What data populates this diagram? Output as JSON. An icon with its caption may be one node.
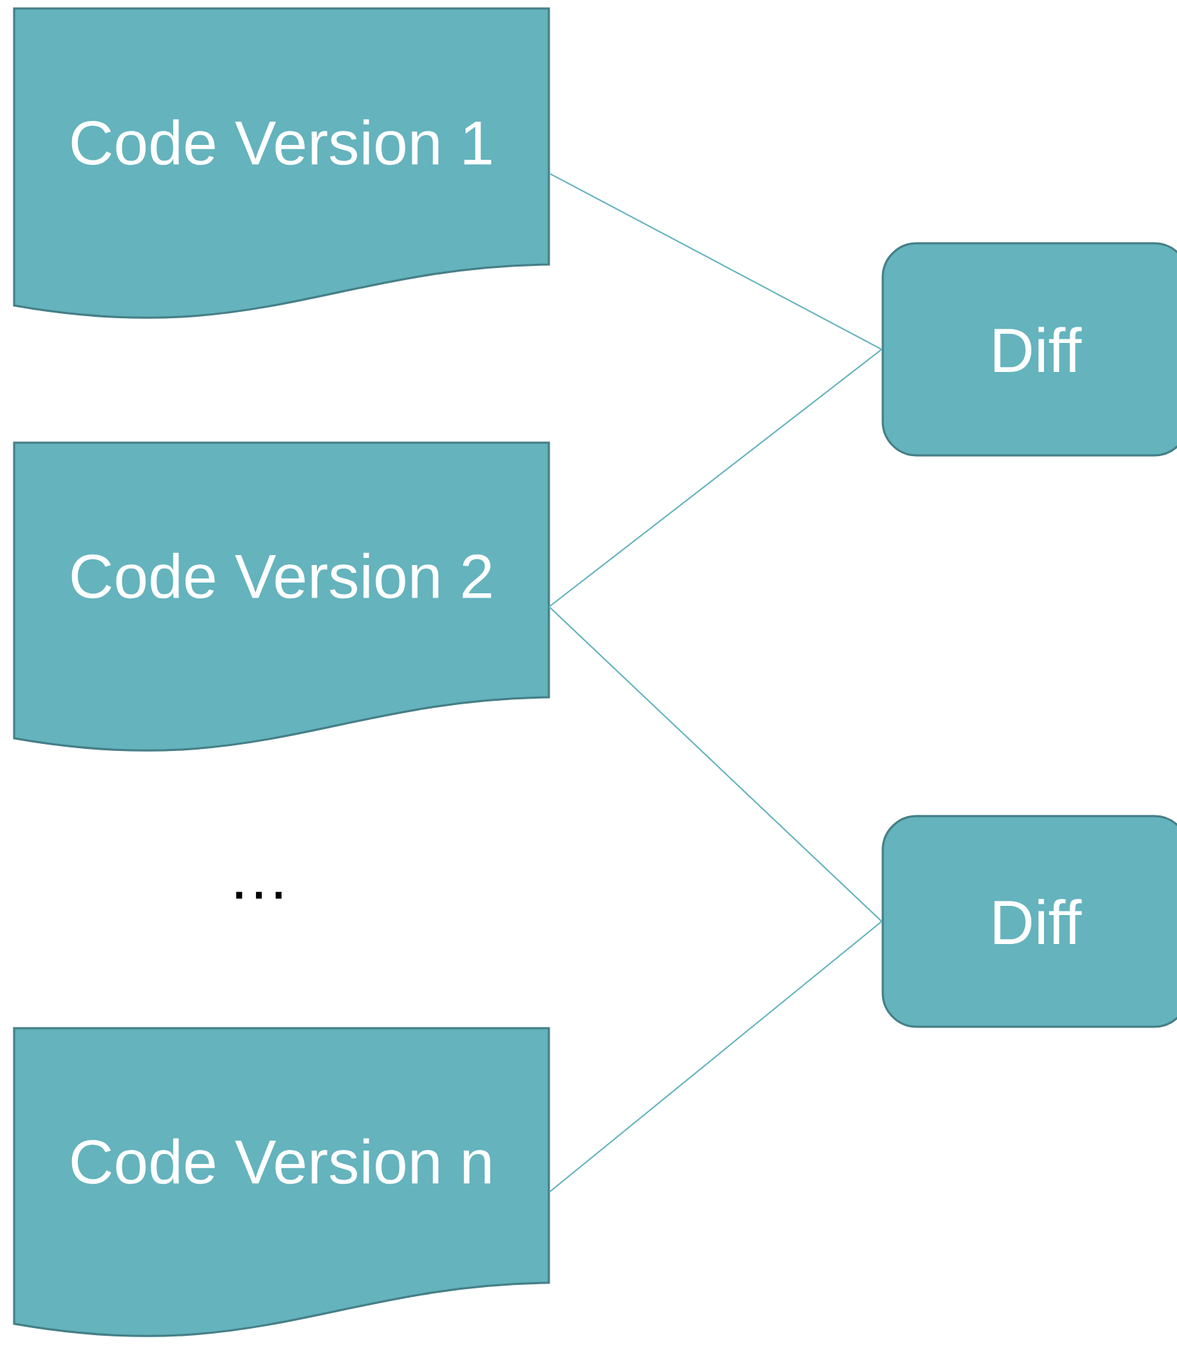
{
  "diagram": {
    "nodes": [
      {
        "text": [
          "Code Version 1"
        ]
      },
      {
        "text": [
          "Code Version 2"
        ]
      },
      {
        "text": [
          "Code Version n"
        ]
      },
      {
        "text": [
          "Diff"
        ]
      },
      {
        "text": [
          "Diff"
        ]
      }
    ],
    "edges": [
      {
        "from": 0,
        "to": 3,
        "arrow": "none"
      },
      {
        "from": 1,
        "to": 3,
        "arrow": "none"
      },
      {
        "from": 1,
        "to": 4,
        "arrow": "none"
      },
      {
        "from": 2,
        "to": 4,
        "arrow": "none"
      }
    ],
    "labels": [
      "…"
    ]
  }
}
